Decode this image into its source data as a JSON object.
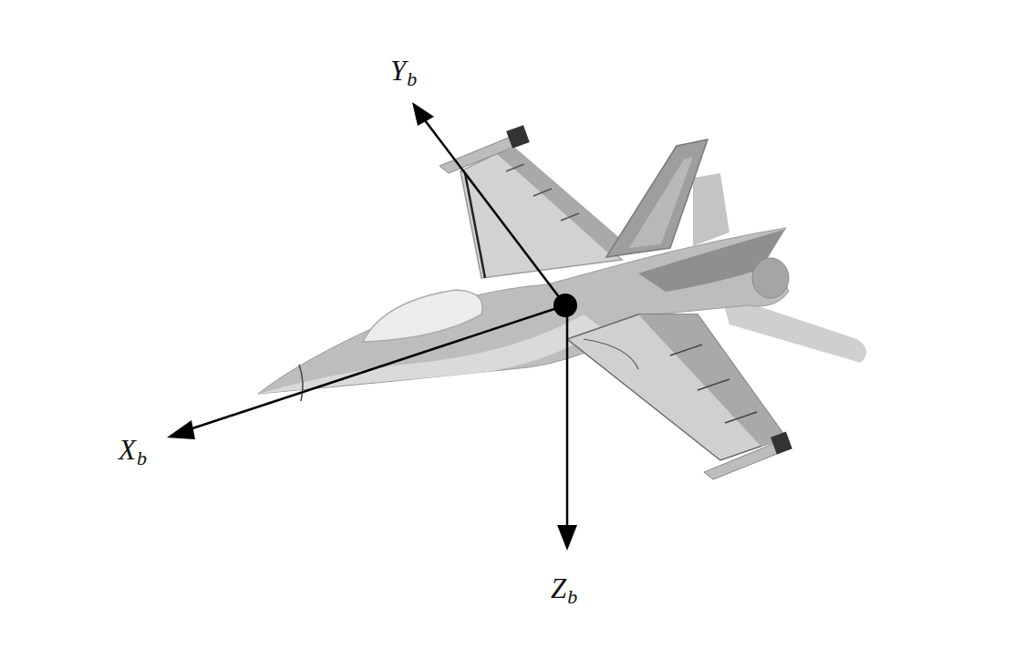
{
  "diagram": {
    "labels": [
      "Yb",
      "Xb",
      "Zb"
    ]
  }
}
